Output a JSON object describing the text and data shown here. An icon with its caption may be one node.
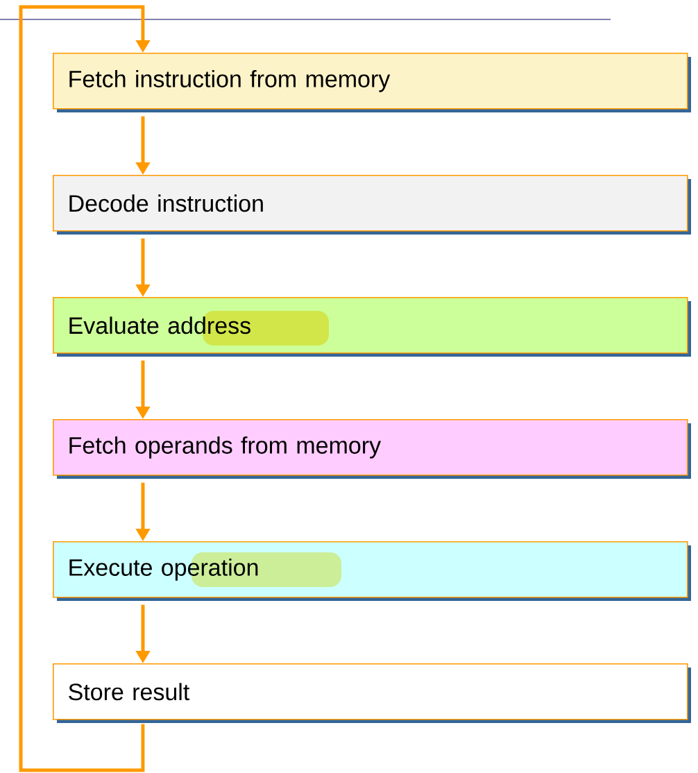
{
  "diagram": {
    "nodes": [
      {
        "text": [
          "Fetch instruction from memory"
        ]
      },
      {
        "text": [
          "Decode instruction"
        ]
      },
      {
        "text": [
          "Evaluate address"
        ]
      },
      {
        "text": [
          "Fetch operands from memory"
        ]
      },
      {
        "text": [
          "Execute operation"
        ]
      },
      {
        "text": [
          "Store result"
        ]
      }
    ],
    "edges": [
      {
        "from": 0,
        "to": 1,
        "arrow": "to"
      },
      {
        "from": 1,
        "to": 2,
        "arrow": "to"
      },
      {
        "from": 2,
        "to": 3,
        "arrow": "to"
      },
      {
        "from": 3,
        "to": 4,
        "arrow": "to"
      },
      {
        "from": 4,
        "to": 5,
        "arrow": "to"
      },
      {
        "from": 5,
        "to": 0,
        "arrow": "to"
      }
    ]
  }
}
